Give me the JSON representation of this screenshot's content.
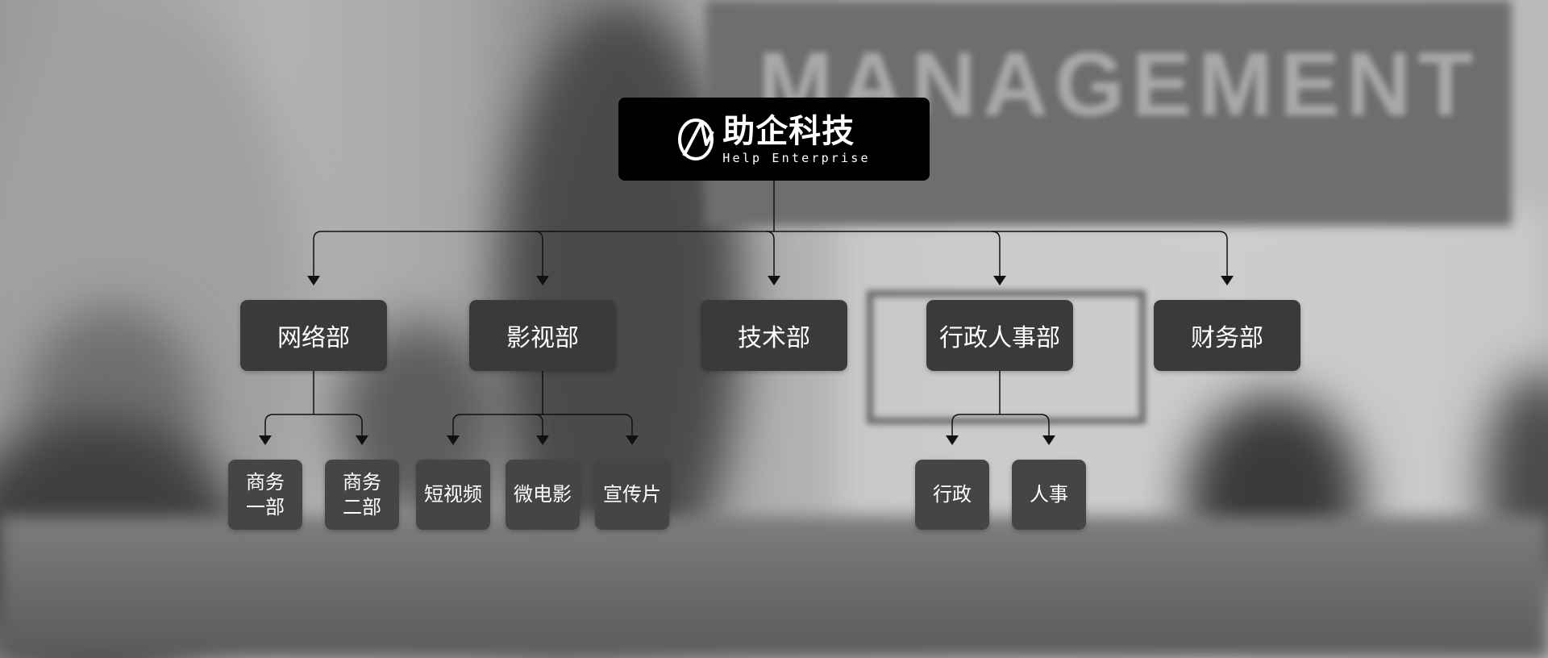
{
  "background": {
    "banner_text": "MANAGEMENT"
  },
  "root": {
    "logo_cn": "助企科技",
    "logo_en": "Help Enterprise"
  },
  "departments": [
    {
      "label": "网络部",
      "children": [
        "商务\n一部",
        "商务\n二部"
      ]
    },
    {
      "label": "影视部",
      "children": [
        "短视频",
        "微电影",
        "宣传片"
      ]
    },
    {
      "label": "技术部",
      "children": []
    },
    {
      "label": "行政人事部",
      "children": [
        "行政",
        "人事"
      ]
    },
    {
      "label": "财务部",
      "children": []
    }
  ],
  "colors": {
    "root_bg": "#000000",
    "node_bg": "#3a3a3a",
    "sub_bg": "#454545",
    "line": "#111111",
    "text": "#ffffff"
  }
}
